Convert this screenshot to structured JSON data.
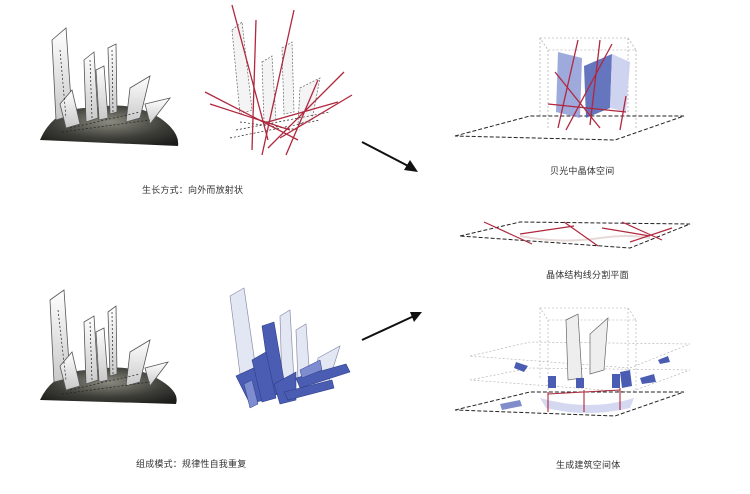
{
  "captions": {
    "growth_mode": "生长方式：向外而放射状",
    "composition_mode": "组成模式：规律性自我重复",
    "crystal_space": "贝光中晶体空间",
    "cut_plane": "晶体结构线分割平面",
    "generated_volume": "生成建筑空间体"
  },
  "colors": {
    "accent_red": "#b0283e",
    "accent_blue": "#4a5db3",
    "light_blue": "#d9def1",
    "rock_dark": "#2f2f2f",
    "line_gray": "#888888"
  }
}
